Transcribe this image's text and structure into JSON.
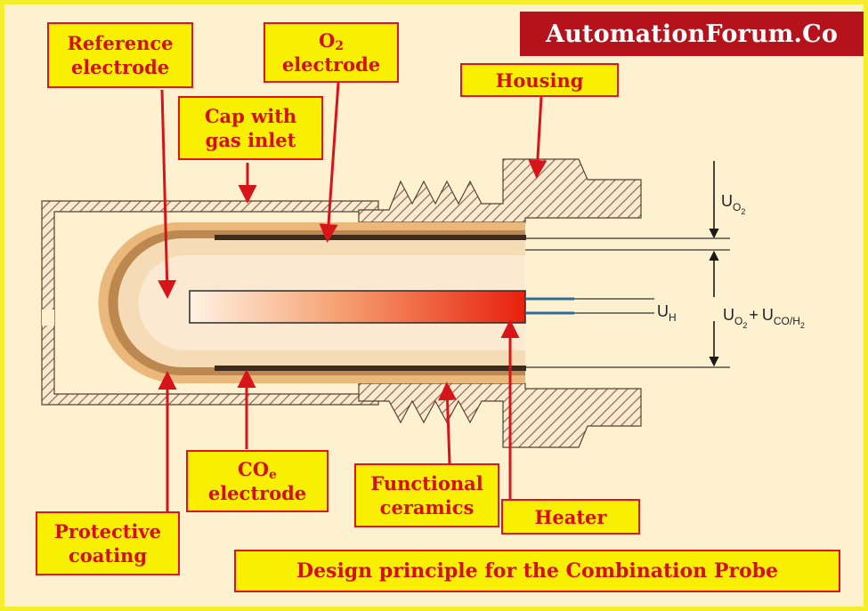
{
  "brand": {
    "text": "AutomationForum.Co",
    "background": "#b5121b"
  },
  "caption": "Design principle for the Combination Probe",
  "labels": {
    "reference_electrode": [
      "Reference",
      "electrode"
    ],
    "o2_electrode": {
      "symbol": "O",
      "subscript": "2",
      "word": "electrode"
    },
    "cap_with_gas_inlet": [
      "Cap with",
      "gas inlet"
    ],
    "housing": "Housing",
    "coe_electrode": {
      "symbol": "CO",
      "subscript": "e",
      "word": "electrode"
    },
    "functional_ceramics": [
      "Functional",
      "ceramics"
    ],
    "heater": "Heater",
    "protective_coating": [
      "Protective",
      "coating"
    ]
  },
  "voltages": {
    "uo2": {
      "main": "U",
      "sub": "O",
      "subsub": "2"
    },
    "uh": {
      "main": "U",
      "sub": "H"
    },
    "sum": {
      "first_main": "U",
      "first_sub": "O",
      "first_subsub": "2",
      "plus": "+",
      "second_main": "U",
      "second_sub": "CO/H",
      "second_subsub": "2"
    }
  },
  "colors": {
    "label_fill": "#f8f000",
    "label_border": "#e0141b",
    "label_text": "#d41016",
    "arrow": "#d8141b",
    "background": "#fdf1cf",
    "frame": "#f4ee2c"
  }
}
